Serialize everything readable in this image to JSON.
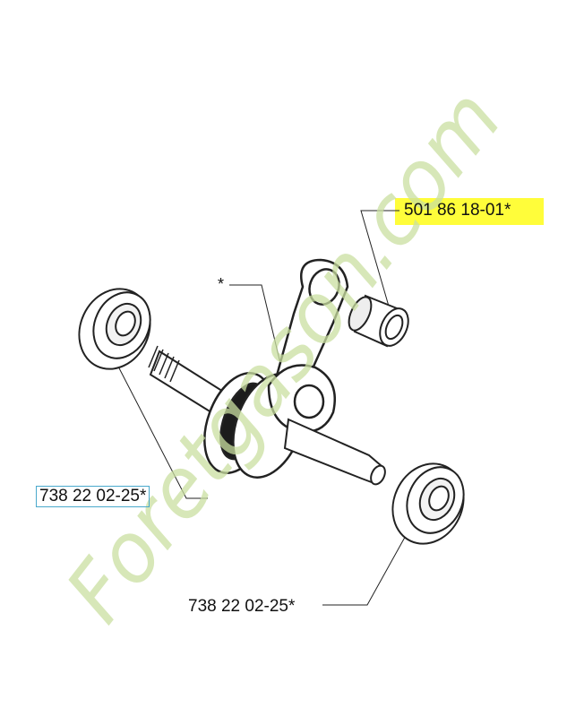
{
  "labels": {
    "bearing_top_right_part": "501 86 18-01*",
    "bearing_left_part": "738 22 02-25*",
    "bearing_bottom_part": "738 22 02-25*",
    "crankshaft_marker": "*"
  },
  "watermark": {
    "text": "Foretgason.com",
    "color": "#c9dfa0"
  },
  "colors": {
    "highlight": "#fffd3a",
    "selection_border": "#4aa9cc",
    "line_art": "#222222"
  }
}
